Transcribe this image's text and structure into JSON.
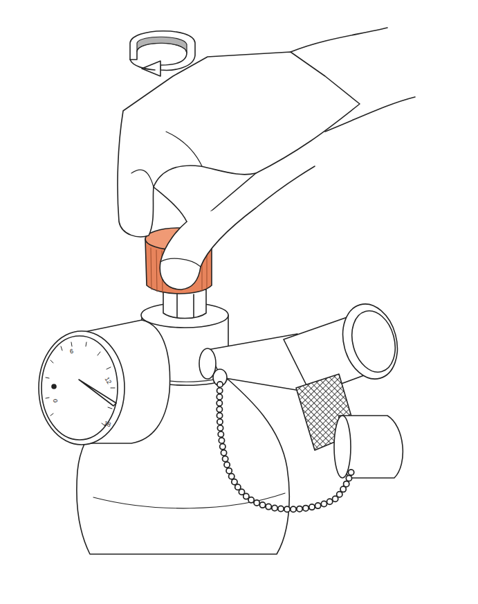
{
  "diagram": {
    "labels": [
      "6",
      "0",
      "12",
      "18"
    ]
  }
}
